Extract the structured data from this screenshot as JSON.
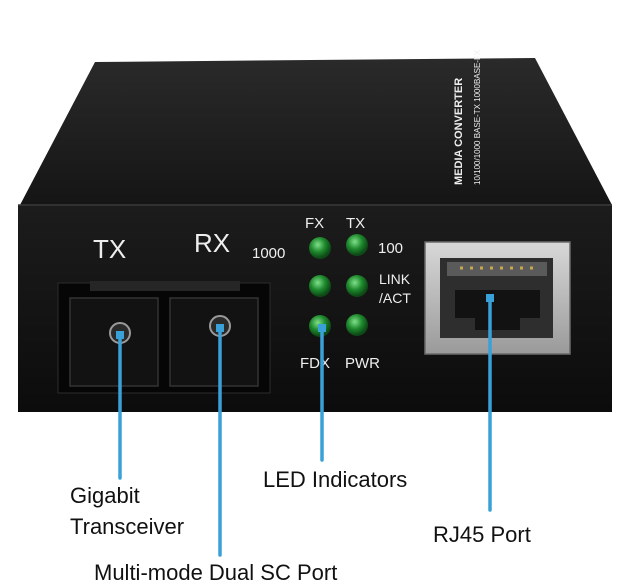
{
  "device": {
    "top_label_main": "MEDIA CONVERTER",
    "top_label_sub": "10/100/1000 BASE-TX 1000BASE-FX",
    "port_tx_label": "TX",
    "port_rx_label": "RX",
    "led_labels": {
      "fx": "FX",
      "tx": "TX",
      "speed_1000": "1000",
      "speed_100": "100",
      "link": "LINK",
      "act": "/ACT",
      "fdx": "FDX",
      "pwr": "PWR"
    },
    "led_color": "#1f8a2e",
    "body_color": "#141414",
    "callout_line_color": "#3aa0d8"
  },
  "callouts": {
    "gigabit_line1": "Gigabit",
    "gigabit_line2": "Transceiver",
    "sc_port": "Multi-mode Dual SC Port",
    "led_indicators": "LED Indicators",
    "rj45": "RJ45 Port"
  }
}
